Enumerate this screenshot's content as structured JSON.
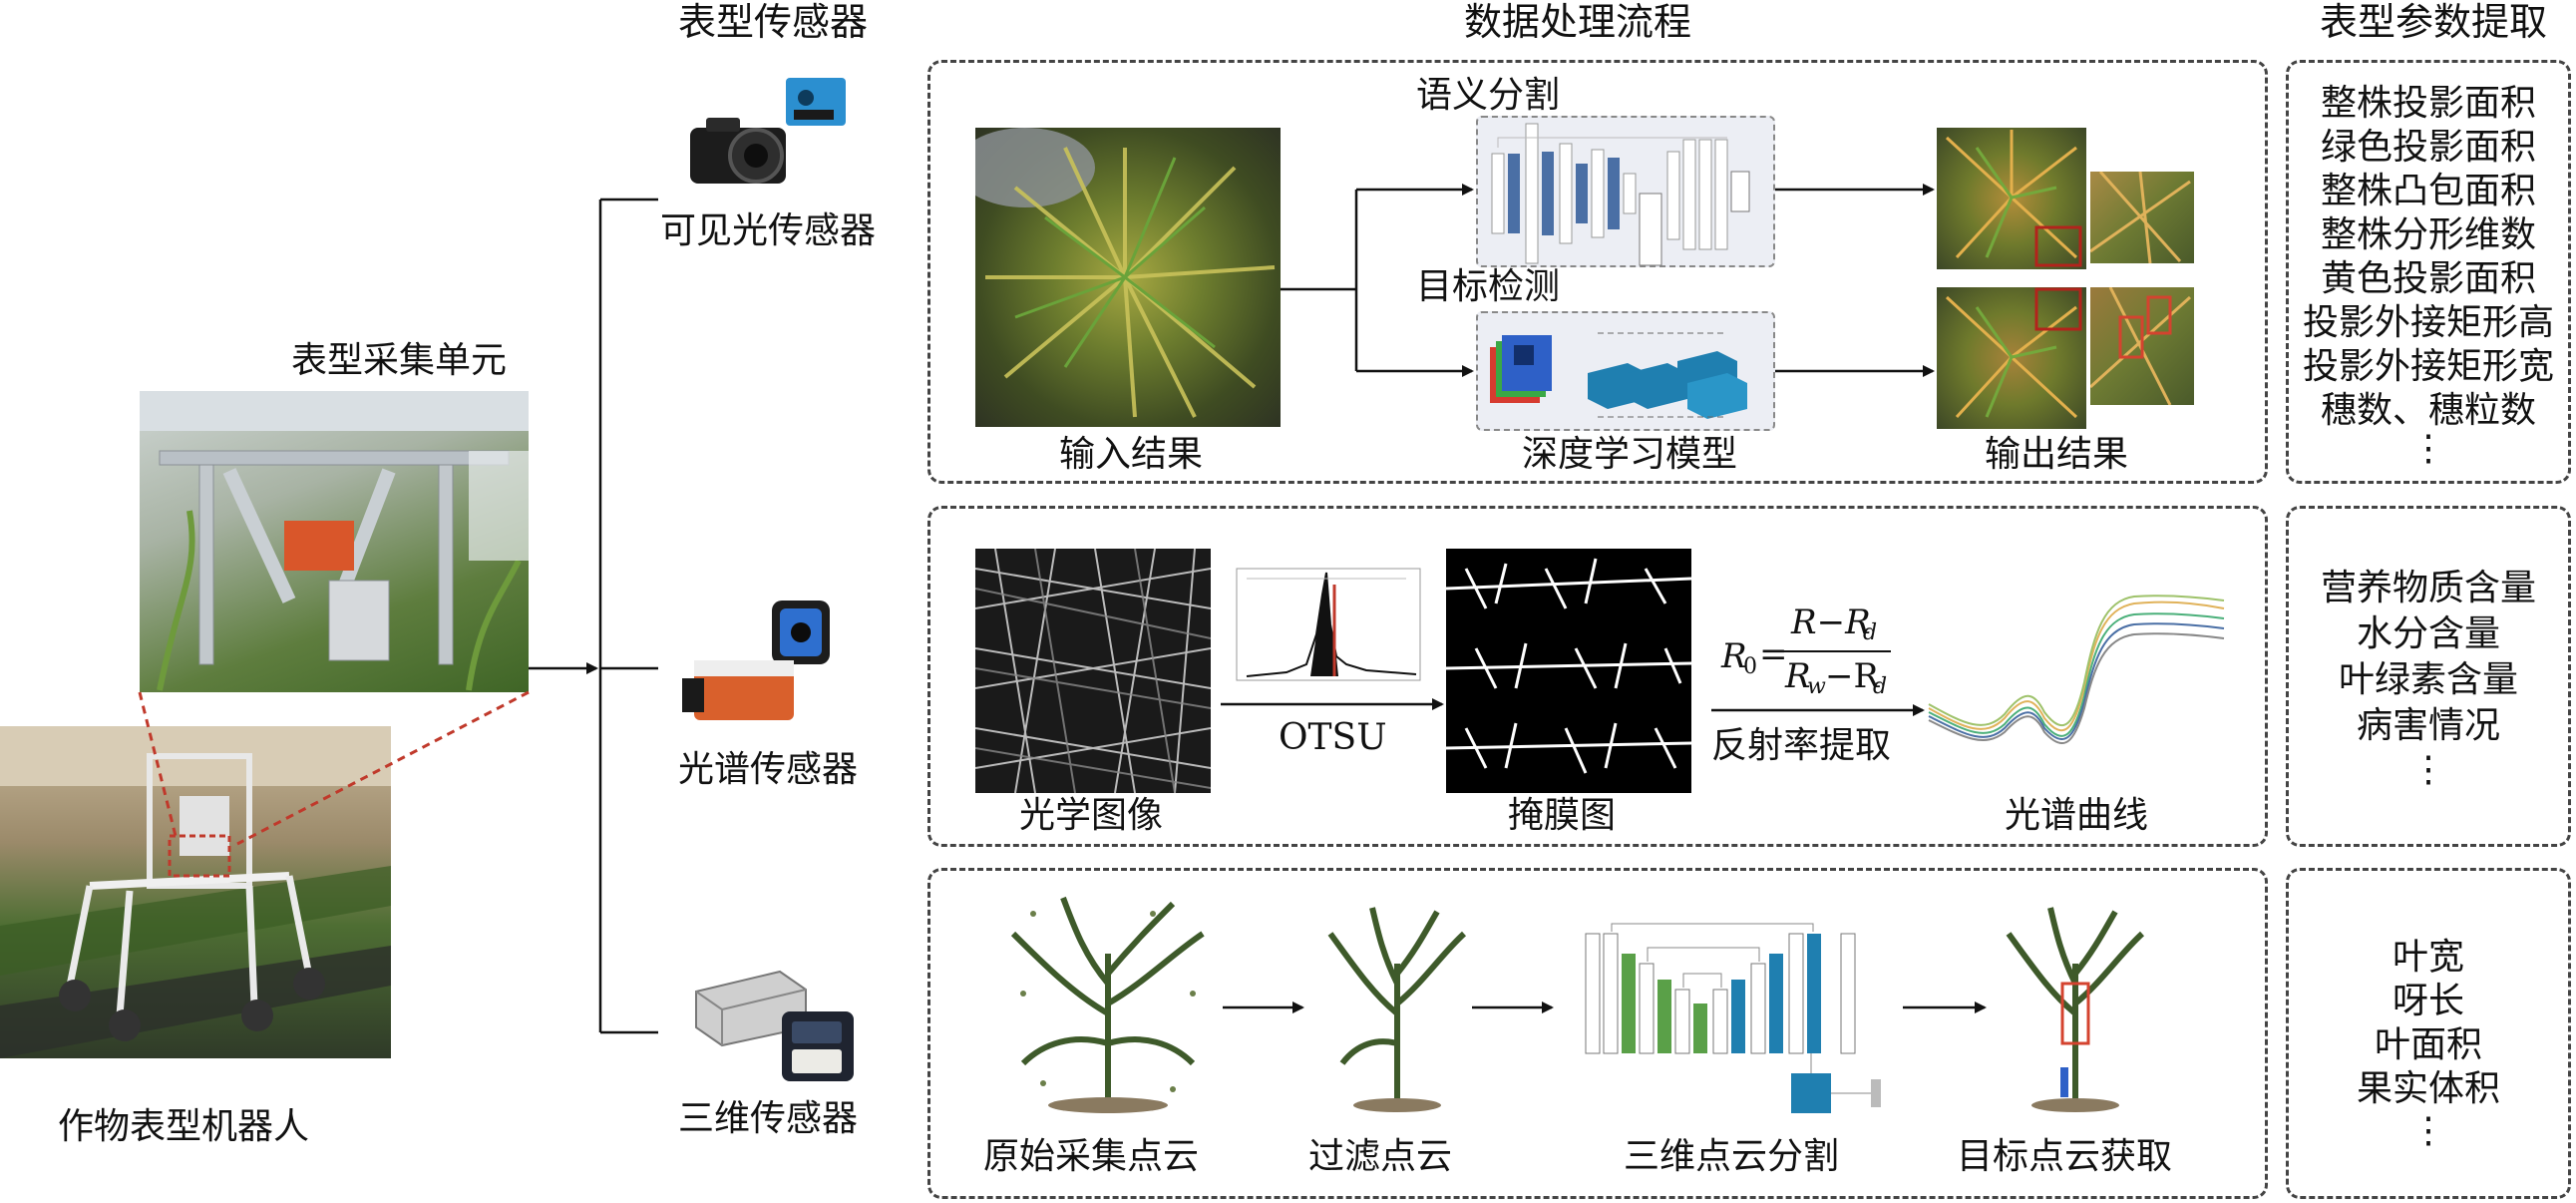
{
  "headers": {
    "sensors": "表型传感器",
    "pipeline": "数据处理流程",
    "params": "表型参数提取"
  },
  "left": {
    "unit_label": "表型采集单元",
    "robot_label": "作物表型机器人"
  },
  "sensors": {
    "visible": "可见光传感器",
    "spectral": "光谱传感器",
    "threed": "三维传感器"
  },
  "row1": {
    "input_label": "输入结果",
    "semantic_label": "语义分割",
    "detect_label": "目标检测",
    "model_label": "深度学习模型",
    "output_label": "输出结果"
  },
  "row2": {
    "optical_label": "光学图像",
    "otsu_label": "OTSU",
    "mask_label": "掩膜图",
    "reflect_label": "反射率提取",
    "curve_label": "光谱曲线",
    "formula": {
      "lhs": "R",
      "lhs_sub": "0",
      "eq": "=",
      "num": "R−R",
      "num_sub": "d",
      "den": "R",
      "den_sub1": "w",
      "den_mid": "−R",
      "den_sub2": "d"
    }
  },
  "row3": {
    "raw_label": "原始采集点云",
    "filter_label": "过滤点云",
    "seg_label": "三维点云分割",
    "target_label": "目标点云获取"
  },
  "params": {
    "group1": [
      "整株投影面积",
      "绿色投影面积",
      "整株凸包面积",
      "整株分形维数",
      "黄色投影面积",
      "投影外接矩形高",
      "投影外接矩形宽",
      "穗数、穗粒数",
      "⋮"
    ],
    "group2": [
      "营养物质含量",
      "水分含量",
      "叶绿素含量",
      "病害情况",
      "⋮"
    ],
    "group3": [
      "叶宽",
      "呀长",
      "叶面积",
      "果实体积",
      "⋮"
    ]
  },
  "colors": {
    "border": "#444444",
    "accent_red": "#c0392b",
    "net_blue": "#4a6fa5",
    "net_green": "#5aa048",
    "net_teal": "#1f7fb0"
  }
}
